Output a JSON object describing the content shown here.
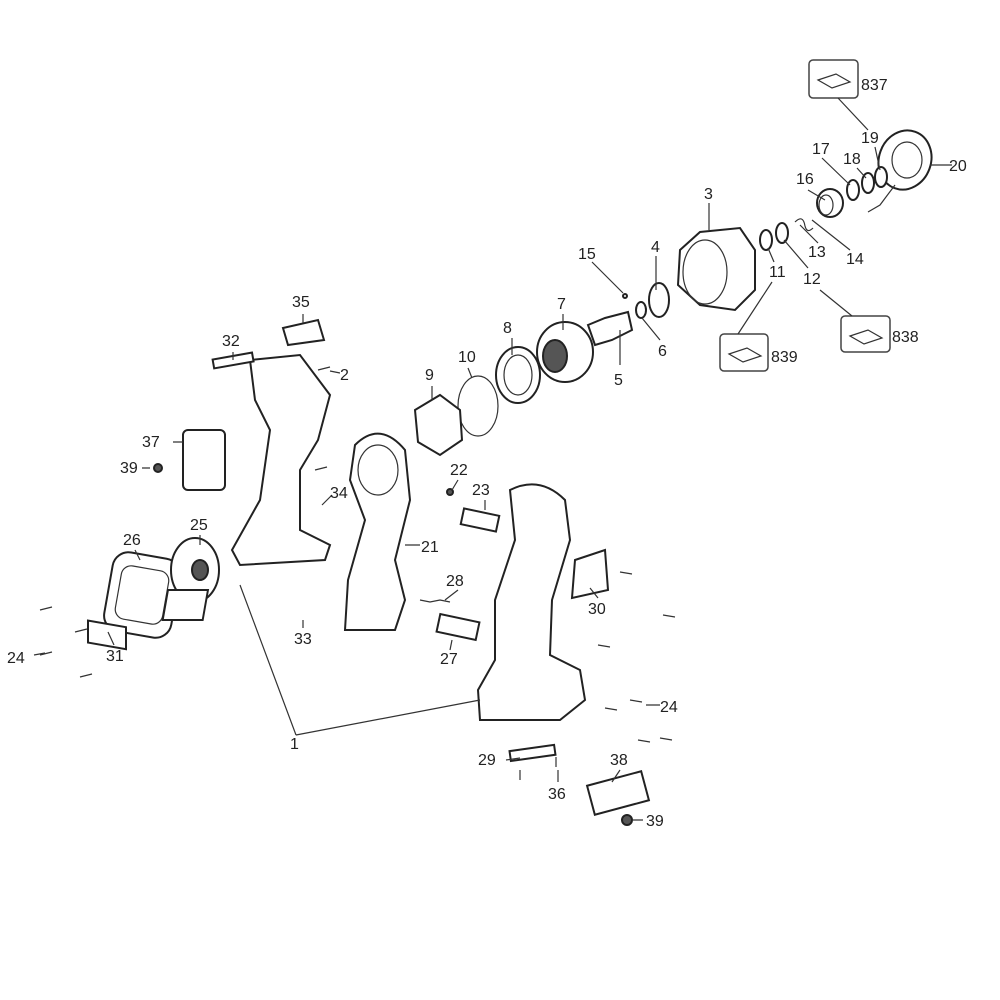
{
  "diagram": {
    "type": "exploded-parts-view",
    "callouts": [
      "837",
      "19",
      "20",
      "18",
      "17",
      "16",
      "3",
      "15",
      "4",
      "7",
      "8",
      "10",
      "9",
      "6",
      "5",
      "11",
      "12",
      "13",
      "14",
      "839",
      "838",
      "35",
      "32",
      "2",
      "37",
      "39",
      "34",
      "22",
      "23",
      "21",
      "26",
      "25",
      "28",
      "30",
      "33",
      "27",
      "31",
      "24",
      "24",
      "1",
      "29",
      "36",
      "38",
      "39"
    ],
    "kit_icon": "parts-kit-icon"
  }
}
